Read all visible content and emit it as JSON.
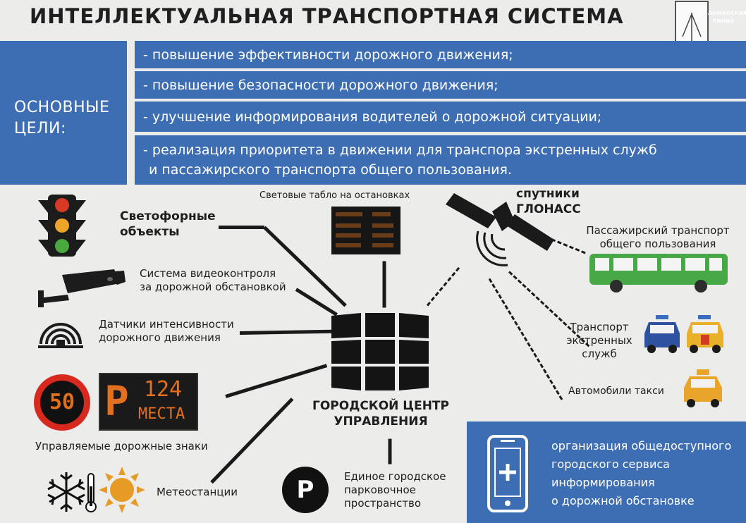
{
  "header": {
    "title": "ИНТЕЛЛЕКТУАЛЬНАЯ ТРАНСПОРТНАЯ СИСТЕМА",
    "logo_text": [
      "Коломенская",
      "линия"
    ]
  },
  "goals": {
    "label_line1": "ОСНОВНЫЕ",
    "label_line2": "ЦЕЛИ:",
    "items": [
      {
        "text": "- повышение эффективности дорожного движения;"
      },
      {
        "text": "- повышение безопасности дорожного движения;"
      },
      {
        "text": "- улучшение информирования водителей о дорожной ситуации;"
      },
      {
        "line1": "- реализация приоритета в движении для транспора экстренных служб",
        "line2": "и пассажирского транспорта общего пользования."
      }
    ]
  },
  "center": {
    "line1": "ГОРОДСКОЙ ЦЕНТР",
    "line2": "УПРАВЛЕНИЯ"
  },
  "nodes": {
    "traffic_lights": {
      "line1": "Светофорные",
      "line2": "объекты"
    },
    "video": {
      "line1": "Система видеоконтроля",
      "line2": "за дорожной обстановкой"
    },
    "sensors": {
      "line1": "Датчики интенсивности",
      "line2": "дорожного движения"
    },
    "signs": {
      "label": "Управляемые дорожные знаки",
      "speed": "50",
      "parking_letter": "P",
      "parking_count": "124",
      "parking_word": "МЕСТА"
    },
    "weather": {
      "label": "Метеостанции"
    },
    "parking": {
      "letter": "P",
      "line1": "Единое городское",
      "line2": "парковочное",
      "line3": "пространство"
    },
    "tablo": {
      "label": "Световые табло на остановках"
    },
    "glonass": {
      "line1": "спутники",
      "line2": "ГЛОНАСС"
    },
    "bus": {
      "line1": "Пассажирский транспорт",
      "line2": "общего пользования"
    },
    "emergency": {
      "line1": "Транспорт",
      "line2": "экстренных",
      "line3": "служб"
    },
    "taxi": {
      "label": "Автомобили такси"
    },
    "app": {
      "line1": "организация общедоступного",
      "line2": "городского сервиса",
      "line3": "информирования",
      "line4": "о дорожной обстановке"
    }
  },
  "colors": {
    "blue": "#3d6db3",
    "green": "#47a845",
    "orange": "#e0a12a",
    "navy": "#2f52a0",
    "red": "#d8291f"
  },
  "icons": [
    "traffic-light-icon",
    "cctv-camera-icon",
    "sensor-waves-icon",
    "speed-limit-sign-icon",
    "parking-board-icon",
    "snowflake-icon",
    "thermometer-icon",
    "sun-icon",
    "parking-icon",
    "satellite-icon",
    "bus-icon",
    "police-car-icon",
    "ambulance-icon",
    "taxi-icon",
    "smartphone-icon",
    "video-wall-icon",
    "city-coat-of-arms-icon"
  ]
}
